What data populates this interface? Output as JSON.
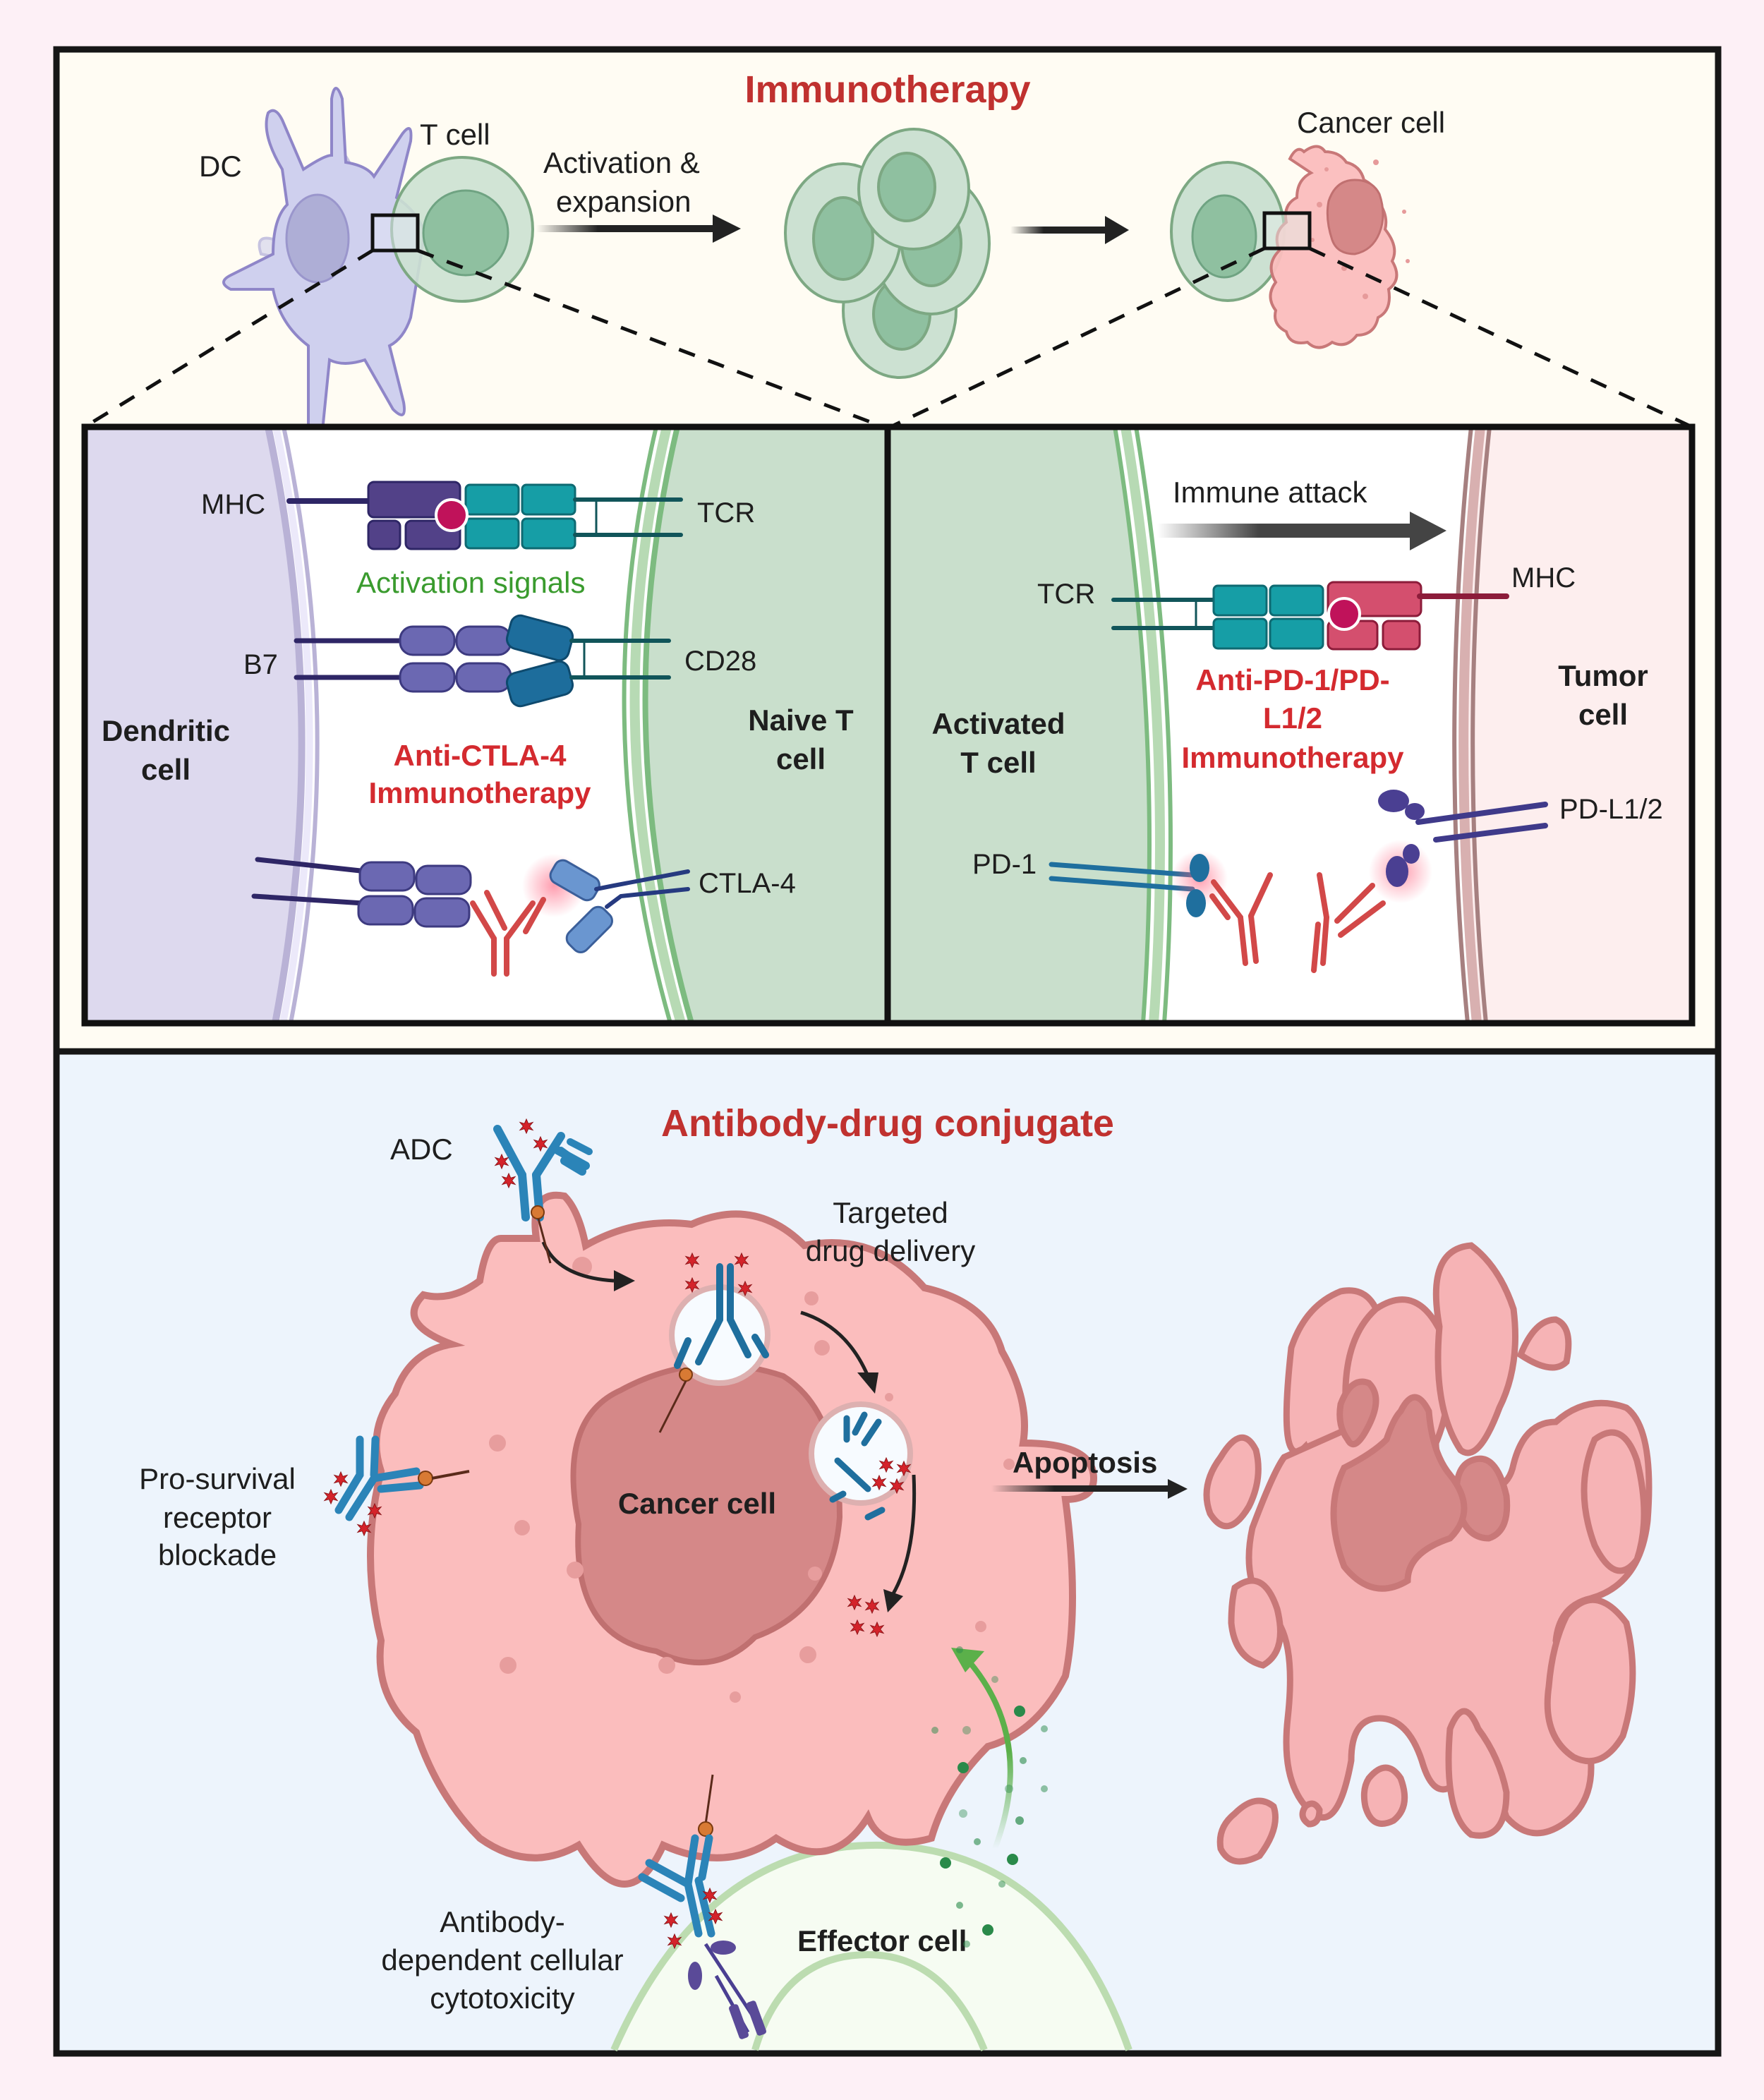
{
  "colors": {
    "page_bg": "#fdf0f6",
    "top_panel_bg": "#fffcf3",
    "bottom_panel_bg": "#edf4fc",
    "title_red": "#c0312f",
    "therapy_red": "#d42a2f",
    "signal_green": "#3a9b2e",
    "dc_fill": "#cfd0ee",
    "tcell_fill": "#cce1d2",
    "tcell_nucleus": "#8fc0a0",
    "cancer_fill": "#fbbdbd",
    "cancer_stroke": "#c87878",
    "cancer_nucleus": "#d58888",
    "antibody_blue": "#2b84b8",
    "antibody_red": "#d24848"
  },
  "immunotherapy": {
    "title": "Immunotherapy",
    "overview": {
      "dc_label": "DC",
      "tcell_label": "T cell",
      "arrow_label_line1": "Activation &",
      "arrow_label_line2": "expansion",
      "cancer_label": "Cancer cell"
    },
    "left_inset": {
      "dc_cell_line1": "Dendritic",
      "dc_cell_line2": "cell",
      "tcell_line1": "Naive T",
      "tcell_line2": "cell",
      "mhc": "MHC",
      "tcr": "TCR",
      "activation_signals": "Activation signals",
      "b7": "B7",
      "cd28": "CD28",
      "therapy_line1": "Anti-CTLA-4",
      "therapy_line2": "Immunotherapy",
      "ctla4": "CTLA-4"
    },
    "right_inset": {
      "tcell_line1": "Activated",
      "tcell_line2": "T cell",
      "tumor_line1": "Tumor",
      "tumor_line2": "cell",
      "immune_attack": "Immune attack",
      "tcr": "TCR",
      "mhc": "MHC",
      "therapy_line1": "Anti-PD-1/PD-",
      "therapy_line2": "L1/2",
      "therapy_line3": "Immunotherapy",
      "pdl": "PD-L1/2",
      "pd1": "PD-1"
    }
  },
  "adc": {
    "title": "Antibody-drug conjugate",
    "adc_label": "ADC",
    "targeted_line1": "Targeted",
    "targeted_line2": "drug delivery",
    "cancer_cell": "Cancer cell",
    "apoptosis": "Apoptosis",
    "pro_survival_line1": "Pro-survival",
    "pro_survival_line2": "receptor",
    "pro_survival_line3": "blockade",
    "adcc_line1": "Antibody-",
    "adcc_line2": "dependent cellular",
    "adcc_line3": "cytotoxicity",
    "effector_cell": "Effector cell"
  }
}
